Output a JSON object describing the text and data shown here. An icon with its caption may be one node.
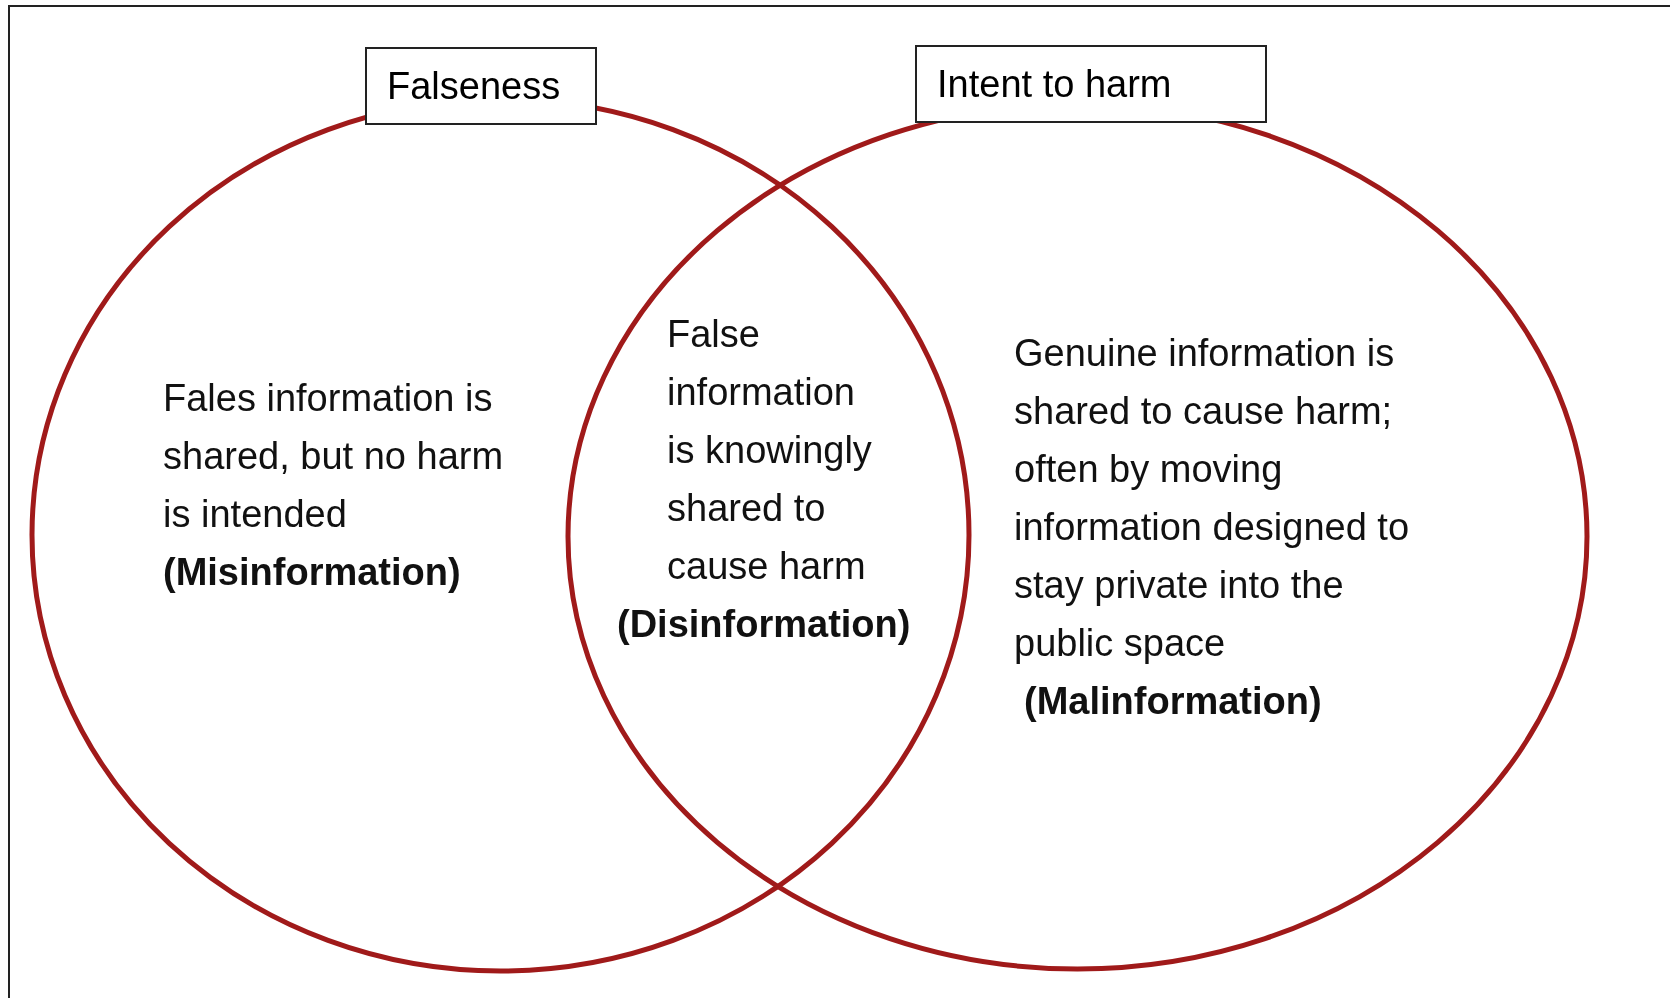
{
  "diagram": {
    "nodes": [
      {
        "text": [
          "Fales information is shared, but no harm is intended **(Misinformation)**"
        ]
      },
      {
        "text": [
          "Falseness"
        ]
      },
      {
        "text": [
          "Genuine information is shared to cause harm; often by moving information designed to stay private into the public space **(Malinformation)**"
        ]
      },
      {
        "text": [
          "Intent to harm"
        ]
      }
    ],
    "edges": [],
    "labels": [
      "False information is knowingly shared to cause harm **(Disinformation)**"
    ]
  }
}
